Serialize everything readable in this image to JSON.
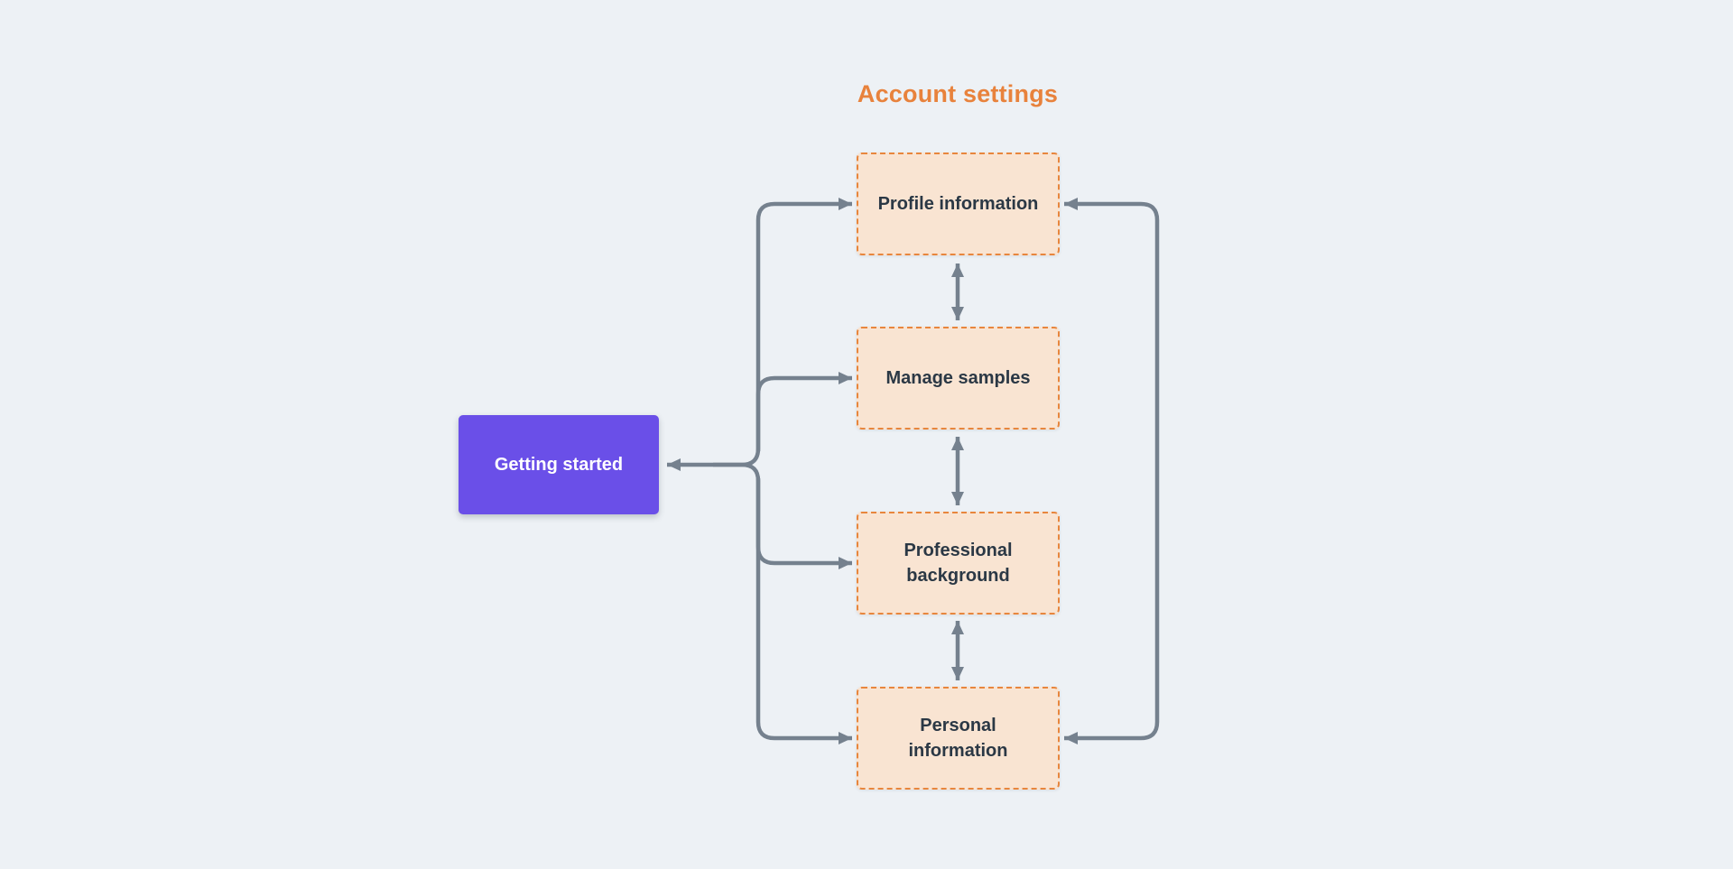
{
  "title": "Account settings",
  "colors": {
    "canvas-bg": "#edf1f5",
    "accent-orange": "#e8823c",
    "node-fill": "#f9e4d2",
    "node-border": "#e8863d",
    "node-text": "#2b3845",
    "primary-node": "#6a4fe8",
    "primary-node-text": "#ffffff",
    "connector": "#75818e"
  },
  "nodes": {
    "getting_started": {
      "label": "Getting started",
      "style": "solid-purple"
    },
    "profile_information": {
      "label": "Profile information",
      "style": "dashed-peach"
    },
    "manage_samples": {
      "label": "Manage samples",
      "style": "dashed-peach"
    },
    "professional_background": {
      "label": "Professional background",
      "style": "dashed-peach"
    },
    "personal_information": {
      "label": "Personal information",
      "style": "dashed-peach"
    }
  },
  "edges": [
    {
      "a": "getting_started",
      "b": "profile_information",
      "bidirectional": true,
      "route": "left-trunk"
    },
    {
      "a": "getting_started",
      "b": "manage_samples",
      "bidirectional": true,
      "route": "left-trunk"
    },
    {
      "a": "getting_started",
      "b": "professional_background",
      "bidirectional": true,
      "route": "left-trunk"
    },
    {
      "a": "getting_started",
      "b": "personal_information",
      "bidirectional": true,
      "route": "left-trunk"
    },
    {
      "a": "profile_information",
      "b": "manage_samples",
      "bidirectional": true,
      "route": "straight-vertical"
    },
    {
      "a": "manage_samples",
      "b": "professional_background",
      "bidirectional": true,
      "route": "straight-vertical"
    },
    {
      "a": "professional_background",
      "b": "personal_information",
      "bidirectional": true,
      "route": "straight-vertical"
    },
    {
      "a": "personal_information",
      "b": "profile_information",
      "bidirectional": true,
      "route": "right-return"
    }
  ]
}
